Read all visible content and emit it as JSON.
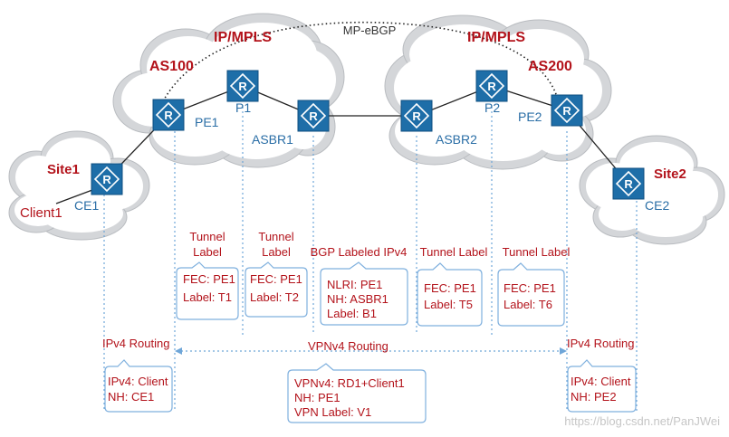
{
  "title": "MP-eBGP",
  "domains": {
    "left_label": "IP/MPLS",
    "right_label": "IP/MPLS",
    "left_as": "AS100",
    "right_as": "AS200"
  },
  "sites": {
    "site1": "Site1",
    "site2": "Site2"
  },
  "client": "Client1",
  "routers": {
    "ce1": "CE1",
    "pe1": "PE1",
    "p1": "P1",
    "asbr1": "ASBR1",
    "asbr2": "ASBR2",
    "p2": "P2",
    "pe2": "PE2",
    "ce2": "CE2"
  },
  "segments": {
    "tunnel1": [
      "Tunnel",
      "Label"
    ],
    "tunnel2": [
      "Tunnel",
      "Label"
    ],
    "bgp_labeled": "BGP Labeled IPv4",
    "tunnel3": "Tunnel Label",
    "tunnel4": "Tunnel Label"
  },
  "callouts": {
    "c1": [
      "FEC: PE1",
      "Label: T1"
    ],
    "c2": [
      "FEC: PE1",
      "Label: T2"
    ],
    "c3": [
      "NLRI: PE1",
      "NH: ASBR1",
      "Label: B1"
    ],
    "c4": [
      "FEC:  PE1",
      "Label: T5"
    ],
    "c5": [
      "FEC:  PE1",
      "Label: T6"
    ],
    "c6": [
      "IPv4: Client",
      "NH: CE1"
    ],
    "c7": [
      "VPNv4: RD1+Client1",
      "NH: PE1",
      "VPN Label: V1"
    ],
    "c8": [
      "IPv4: Client",
      "NH: PE2"
    ]
  },
  "routing": {
    "left": "IPv4 Routing",
    "middle": "VPNv4 Routing",
    "right": "IPv4 Routing"
  },
  "watermark": "https://blog.csdn.net/PanJWei",
  "colors": {
    "router_fill": "#1e6ea8",
    "label_red": "#b3131b",
    "label_blue": "#2a6ea6",
    "cloud_gray": "#c9cbce",
    "dotted_blue": "#6fa6d8",
    "callout_border": "#7fb0de"
  }
}
